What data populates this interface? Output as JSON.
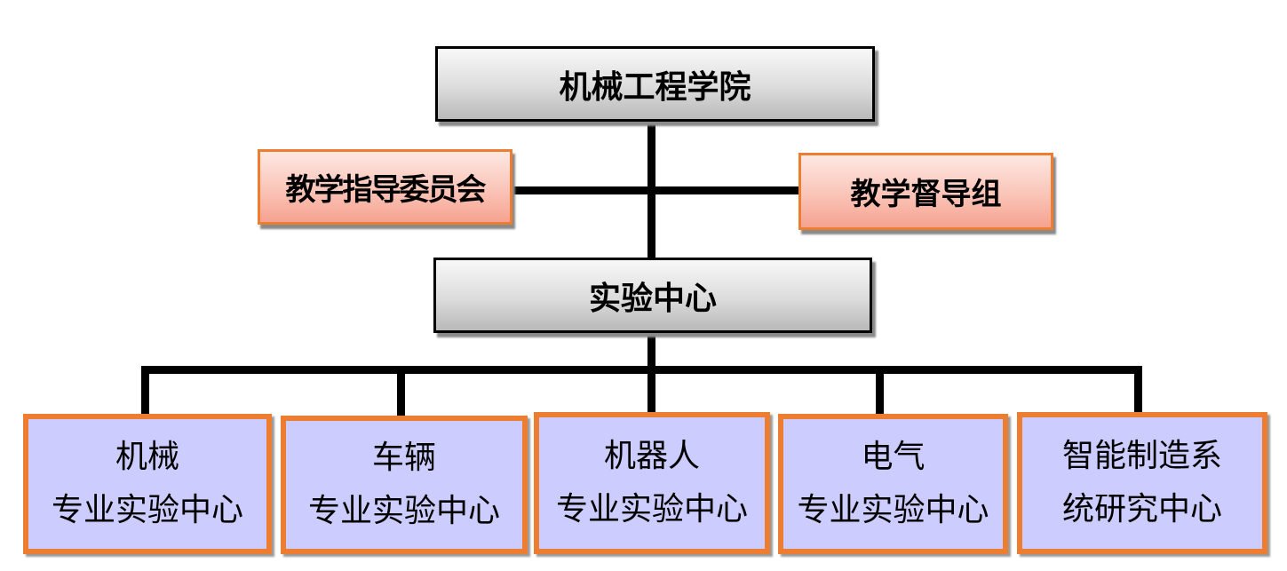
{
  "top": {
    "title": "机械工程学院"
  },
  "side_left": {
    "title": "教学指导委员会"
  },
  "side_right": {
    "title": "教学督导组"
  },
  "middle": {
    "title": "实验中心"
  },
  "centers": [
    {
      "line1": "机械",
      "line2": "专业实验中心"
    },
    {
      "line1": "车辆",
      "line2": "专业实验中心"
    },
    {
      "line1": "机器人",
      "line2": "专业实验中心"
    },
    {
      "line1": "电气",
      "line2": "专业实验中心"
    },
    {
      "line1": "智能制造系",
      "line2": "统研究中心"
    }
  ],
  "colors": {
    "box_border_orange": "#ed7d31",
    "center_fill": "#ccccff",
    "connector": "#000000"
  }
}
